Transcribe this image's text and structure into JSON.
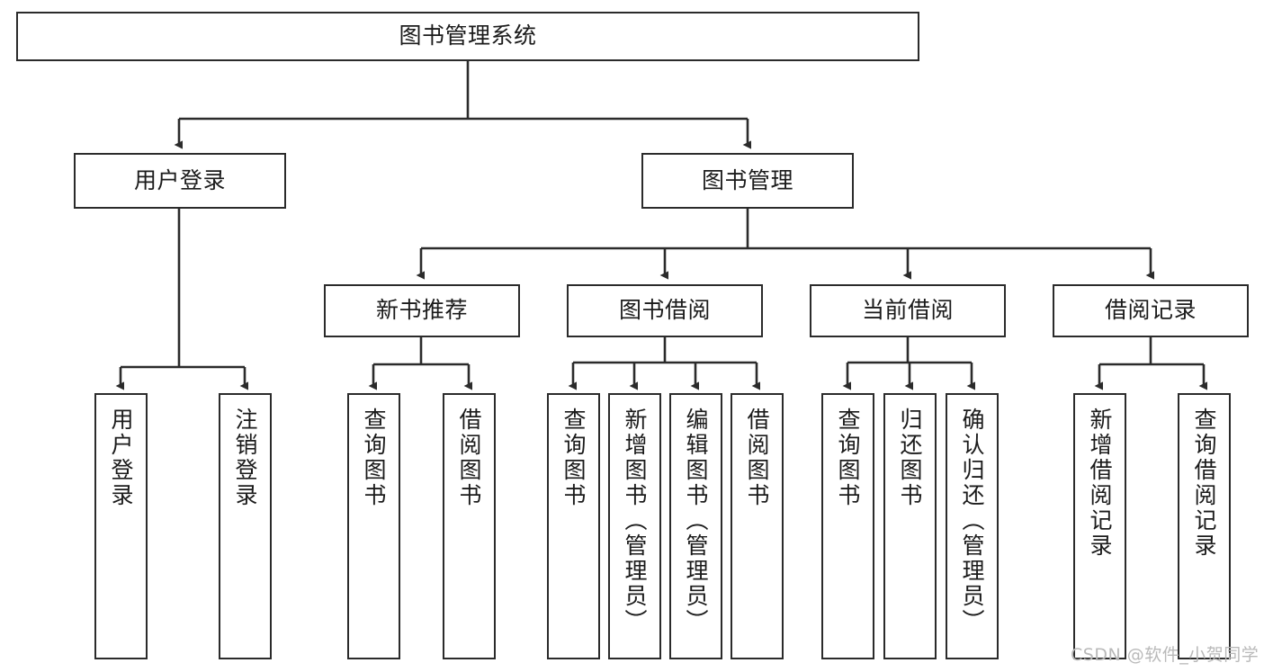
{
  "diagram": {
    "title": "图书管理系统",
    "colors": {
      "stroke": "#2b2b2b",
      "background": "#ffffff",
      "text": "#1b1b1b",
      "watermark": "#b9b9b9"
    },
    "levels": {
      "root": {
        "label": "图书管理系统"
      },
      "level2": [
        {
          "id": "user-login",
          "label": "用户登录"
        },
        {
          "id": "book-management",
          "label": "图书管理"
        }
      ],
      "level3": [
        {
          "id": "new-book-recommend",
          "label": "新书推荐"
        },
        {
          "id": "book-borrow",
          "label": "图书借阅"
        },
        {
          "id": "current-borrow",
          "label": "当前借阅"
        },
        {
          "id": "borrow-record",
          "label": "借阅记录"
        }
      ],
      "leaves": {
        "user_login": [
          {
            "id": "leaf-user-login",
            "label": "用户登录"
          },
          {
            "id": "leaf-logout-login",
            "label": "注销登录"
          }
        ],
        "new_book_recommend": [
          {
            "id": "leaf-query-book-1",
            "label": "查询图书"
          },
          {
            "id": "leaf-borrow-book-1",
            "label": "借阅图书"
          }
        ],
        "book_borrow": [
          {
            "id": "leaf-query-book-2",
            "label": "查询图书"
          },
          {
            "id": "leaf-add-book",
            "label": "新增图书（管理员）"
          },
          {
            "id": "leaf-edit-book",
            "label": "编辑图书（管理员）"
          },
          {
            "id": "leaf-borrow-book-2",
            "label": "借阅图书"
          }
        ],
        "current_borrow": [
          {
            "id": "leaf-query-book-3",
            "label": "查询图书"
          },
          {
            "id": "leaf-return-book",
            "label": "归还图书"
          },
          {
            "id": "leaf-confirm-return",
            "label": "确认归还（管理员）"
          }
        ],
        "borrow_record": [
          {
            "id": "leaf-add-record",
            "label": "新增借阅记录"
          },
          {
            "id": "leaf-query-record",
            "label": "查询借阅记录"
          }
        ]
      }
    },
    "watermark": "CSDN @软件_小贺同学"
  }
}
